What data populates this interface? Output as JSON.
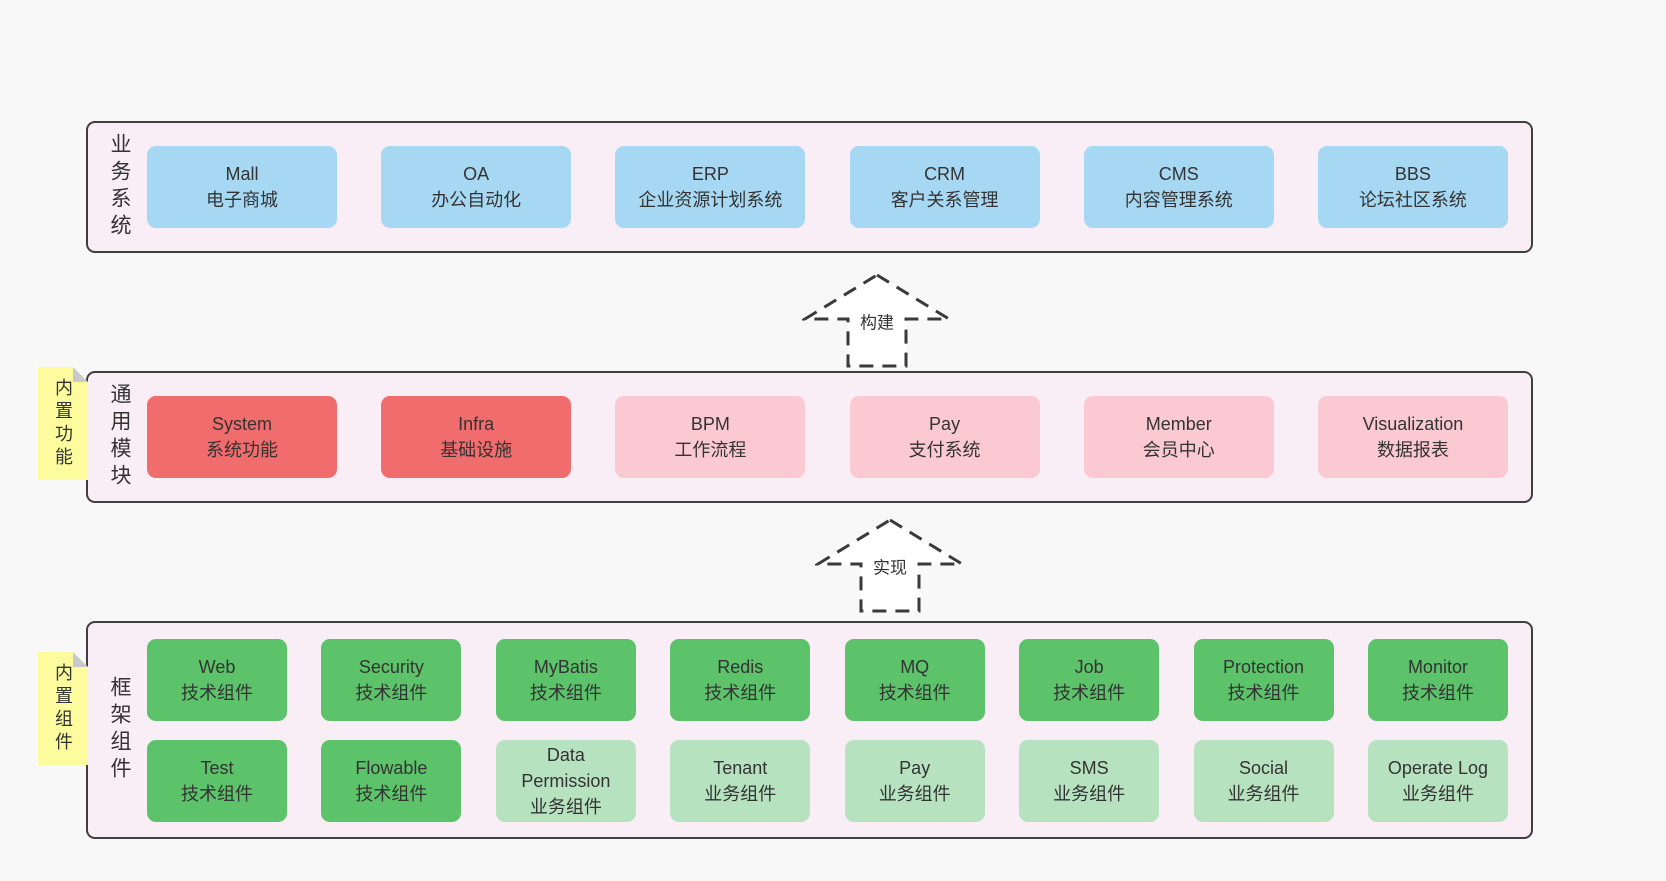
{
  "theme": {
    "page-bg": "#f8f8f8",
    "band-bg": "#f9edf6",
    "band-border": "#3f3f3f",
    "blue": "#a7d8f3",
    "red": "#f16c6c",
    "pink": "#fbc9d2",
    "green-dark": "#5cc36a",
    "green-light": "#b7e2bf",
    "sticky-yellow": "#fcfc9e",
    "sticky-fold": "#c9c9c9",
    "text": "#333333"
  },
  "arrows": {
    "build": "构建",
    "implement": "实现"
  },
  "bands": {
    "business": {
      "label": "业务系统",
      "boxes": [
        {
          "title": "Mall",
          "subtitle": "电子商城"
        },
        {
          "title": "OA",
          "subtitle": "办公自动化"
        },
        {
          "title": "ERP",
          "subtitle": "企业资源计划系统"
        },
        {
          "title": "CRM",
          "subtitle": "客户关系管理"
        },
        {
          "title": "CMS",
          "subtitle": "内容管理系统"
        },
        {
          "title": "BBS",
          "subtitle": "论坛社区系统"
        }
      ]
    },
    "modules": {
      "label": "通用模块",
      "sticky": "内置功能",
      "boxes": [
        {
          "title": "System",
          "subtitle": "系统功能",
          "variant": "red"
        },
        {
          "title": "Infra",
          "subtitle": "基础设施",
          "variant": "red"
        },
        {
          "title": "BPM",
          "subtitle": "工作流程",
          "variant": "pink"
        },
        {
          "title": "Pay",
          "subtitle": "支付系统",
          "variant": "pink"
        },
        {
          "title": "Member",
          "subtitle": "会员中心",
          "variant": "pink"
        },
        {
          "title": "Visualization",
          "subtitle": "数据报表",
          "variant": "pink"
        }
      ]
    },
    "framework": {
      "label": "框架组件",
      "sticky": "内置组件",
      "row1": [
        {
          "title": "Web",
          "subtitle": "技术组件",
          "variant": "tech"
        },
        {
          "title": "Security",
          "subtitle": "技术组件",
          "variant": "tech"
        },
        {
          "title": "MyBatis",
          "subtitle": "技术组件",
          "variant": "tech"
        },
        {
          "title": "Redis",
          "subtitle": "技术组件",
          "variant": "tech"
        },
        {
          "title": "MQ",
          "subtitle": "技术组件",
          "variant": "tech"
        },
        {
          "title": "Job",
          "subtitle": "技术组件",
          "variant": "tech"
        },
        {
          "title": "Protection",
          "subtitle": "技术组件",
          "variant": "tech"
        },
        {
          "title": "Monitor",
          "subtitle": "技术组件",
          "variant": "tech"
        }
      ],
      "row2": [
        {
          "title": "Test",
          "subtitle": "技术组件",
          "variant": "tech"
        },
        {
          "title": "Flowable",
          "subtitle": "技术组件",
          "variant": "tech"
        },
        {
          "title": "Data Permission",
          "subtitle": "业务组件",
          "variant": "biz"
        },
        {
          "title": "Tenant",
          "subtitle": "业务组件",
          "variant": "biz"
        },
        {
          "title": "Pay",
          "subtitle": "业务组件",
          "variant": "biz"
        },
        {
          "title": "SMS",
          "subtitle": "业务组件",
          "variant": "biz"
        },
        {
          "title": "Social",
          "subtitle": "业务组件",
          "variant": "biz"
        },
        {
          "title": "Operate Log",
          "subtitle": "业务组件",
          "variant": "biz"
        }
      ]
    }
  }
}
